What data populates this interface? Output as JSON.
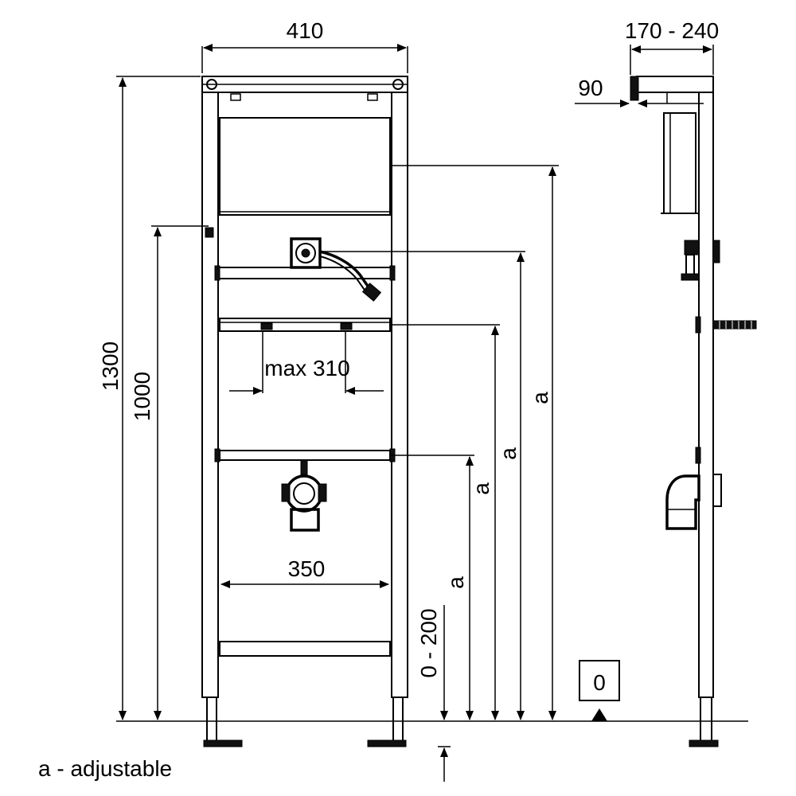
{
  "front_view": {
    "width_label": "410",
    "height_label": "1300",
    "pipe_height_label": "1000",
    "inlet_spacing_label": "max 310",
    "outlet_spacing_label": "350",
    "foot_adjust_label": "0 - 200",
    "adjustable_marker": "a"
  },
  "side_view": {
    "depth_label": "170 - 240",
    "offset_label": "90",
    "floor_reference": "0"
  },
  "legend": {
    "text": "a - adjustable"
  }
}
